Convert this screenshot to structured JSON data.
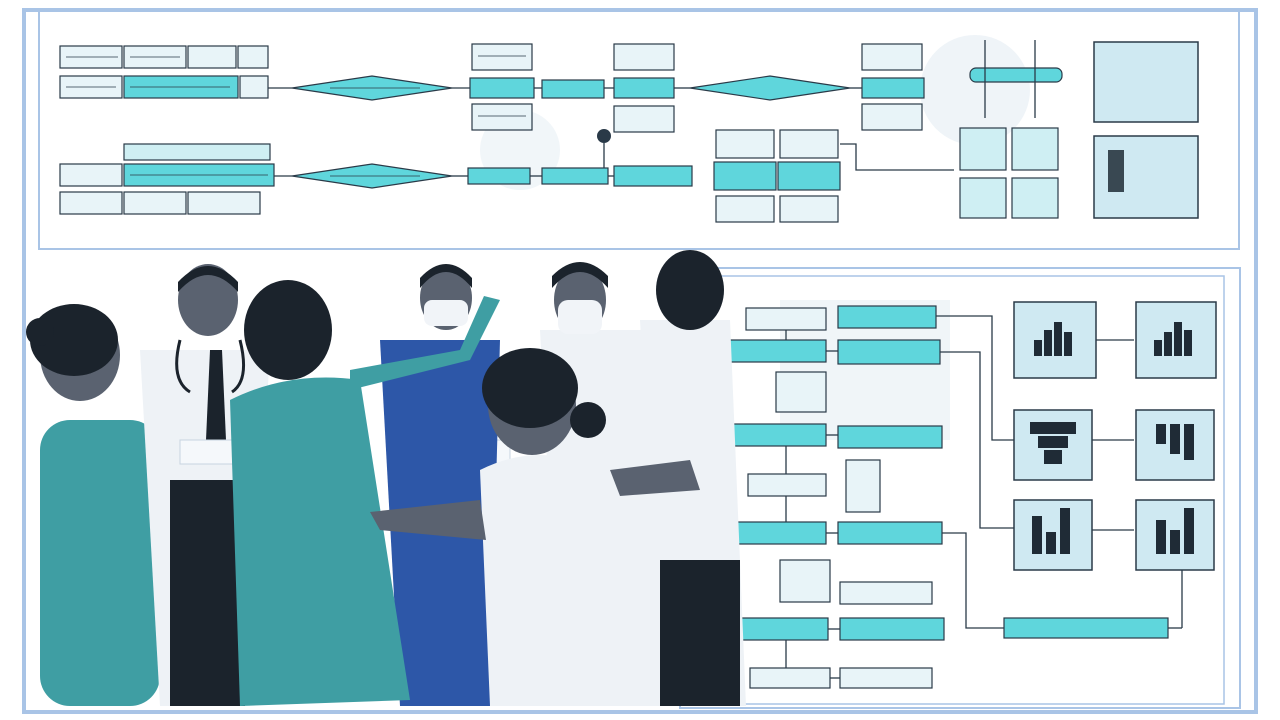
{
  "scene": {
    "description_tags": [
      "flowchart",
      "medical-team",
      "charts"
    ],
    "colors": {
      "frame": "#a9c4e6",
      "accent_teal": "#5fd6dc",
      "dark": "#1f2b36",
      "scrub_teal": "#3f9ea3",
      "scrub_blue": "#2d57a8",
      "coat_white": "#f1f4f8"
    },
    "icons": [
      "bar-chart-icon",
      "stethoscope-icon"
    ]
  }
}
